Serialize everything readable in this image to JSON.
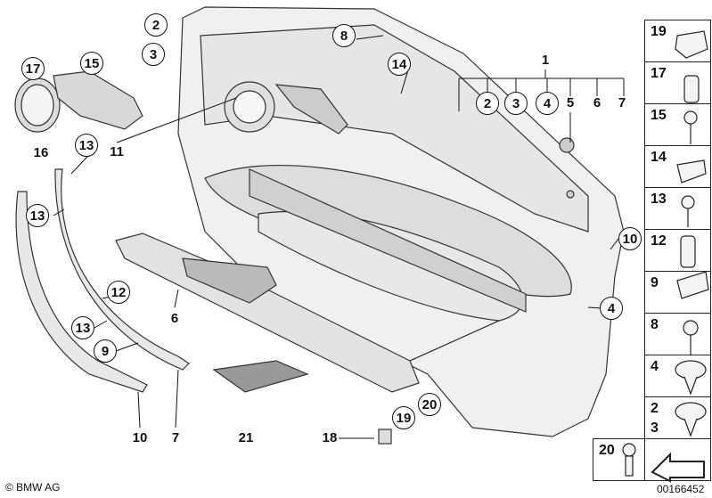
{
  "callouts": {
    "c2": "2",
    "c3": "3",
    "c8": "8",
    "c14": "14",
    "c17": "17",
    "c15": "15",
    "c16": "16",
    "c11": "11",
    "c13a": "13",
    "c13b": "13",
    "c12": "12",
    "c13c": "13",
    "c9": "9",
    "c6": "6",
    "c10a": "10",
    "c7": "7",
    "c21": "21",
    "c18": "18",
    "c19": "19",
    "c20": "20",
    "c10b": "10",
    "c4": "4",
    "g1": "1",
    "g2": "2",
    "g3": "3",
    "g4": "4",
    "g5": "5",
    "g6": "6",
    "g7": "7"
  },
  "legend": [
    {
      "num": "19",
      "part": "clip-nut"
    },
    {
      "num": "17",
      "part": "bolt"
    },
    {
      "num": "15",
      "part": "screw"
    },
    {
      "num": "14",
      "part": "clip"
    },
    {
      "num": "13",
      "part": "screw"
    },
    {
      "num": "12",
      "part": "expanding-nut"
    },
    {
      "num": "9",
      "part": "clip"
    },
    {
      "num": "8",
      "part": "screw"
    },
    {
      "num": "4",
      "part": "expanding-rivet"
    },
    {
      "num": "2",
      "num2": "3",
      "part": "expanding-rivet"
    },
    {
      "num": "20",
      "part": "screw"
    }
  ],
  "footer": {
    "copyright": "© BMW AG",
    "diagram_id": "00166452"
  }
}
